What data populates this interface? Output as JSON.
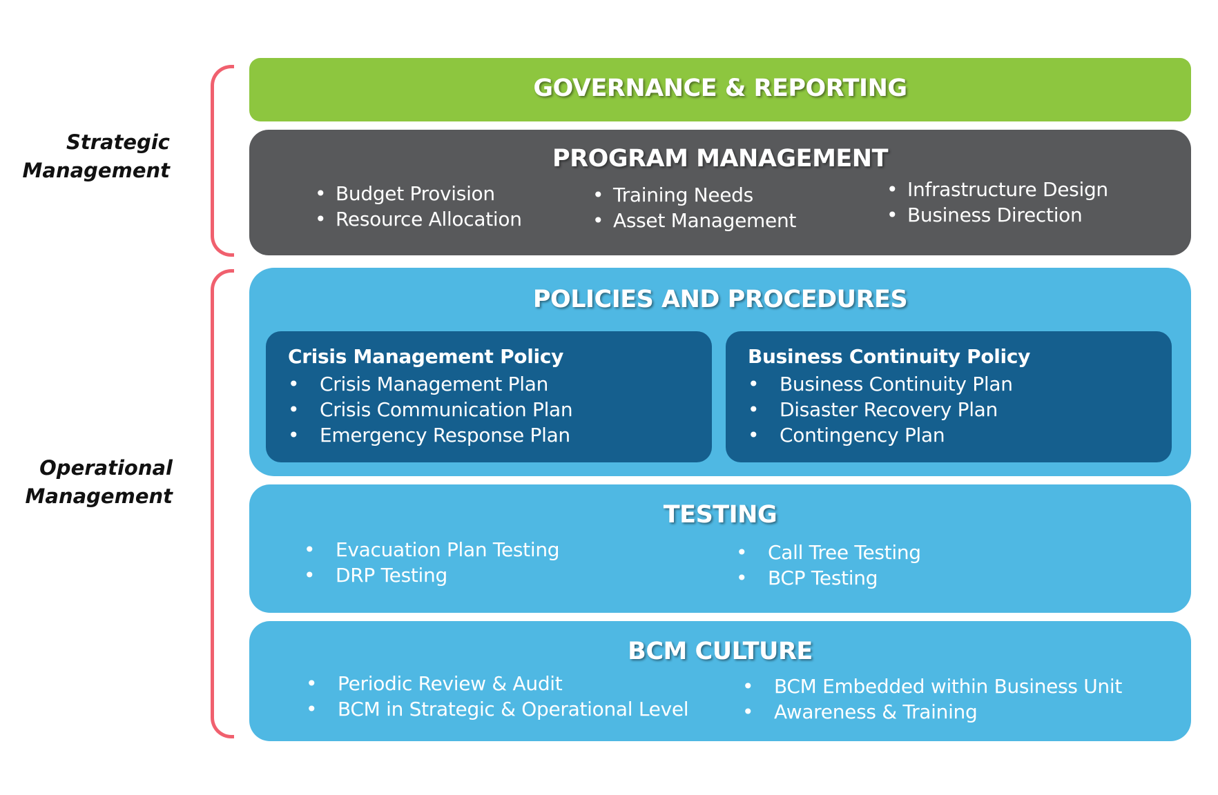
{
  "side_labels": {
    "strategic": [
      "Strategic",
      "Management"
    ],
    "operational": [
      "Operational",
      "Management"
    ]
  },
  "colors": {
    "governance": "#8dc63f",
    "program": "#58595b",
    "operational_panel": "#4fb8e3",
    "policy_box": "#155f8e",
    "bracket": "#f0606e"
  },
  "governance": {
    "title": "GOVERNANCE & REPORTING"
  },
  "program": {
    "title": "PROGRAM MANAGEMENT",
    "columns": [
      [
        "Budget Provision",
        "Resource Allocation"
      ],
      [
        "Training Needs",
        "Asset Management"
      ],
      [
        "Infrastructure Design",
        "Business Direction"
      ]
    ]
  },
  "policies": {
    "title": "POLICIES AND PROCEDURES",
    "boxes": [
      {
        "title": "Crisis Management Policy",
        "items": [
          "Crisis Management Plan",
          "Crisis Communication Plan",
          "Emergency Response Plan"
        ]
      },
      {
        "title": "Business Continuity Policy",
        "items": [
          "Business Continuity Plan",
          "Disaster Recovery Plan",
          "Contingency Plan"
        ]
      }
    ]
  },
  "testing": {
    "title": "TESTING",
    "columns": [
      [
        "Evacuation Plan Testing",
        "DRP Testing"
      ],
      [
        "Call Tree Testing",
        "BCP Testing"
      ]
    ]
  },
  "culture": {
    "title": "BCM CULTURE",
    "columns": [
      [
        "Periodic Review & Audit",
        "BCM in Strategic & Operational Level"
      ],
      [
        "BCM Embedded within Business Unit",
        "Awareness & Training"
      ]
    ]
  }
}
